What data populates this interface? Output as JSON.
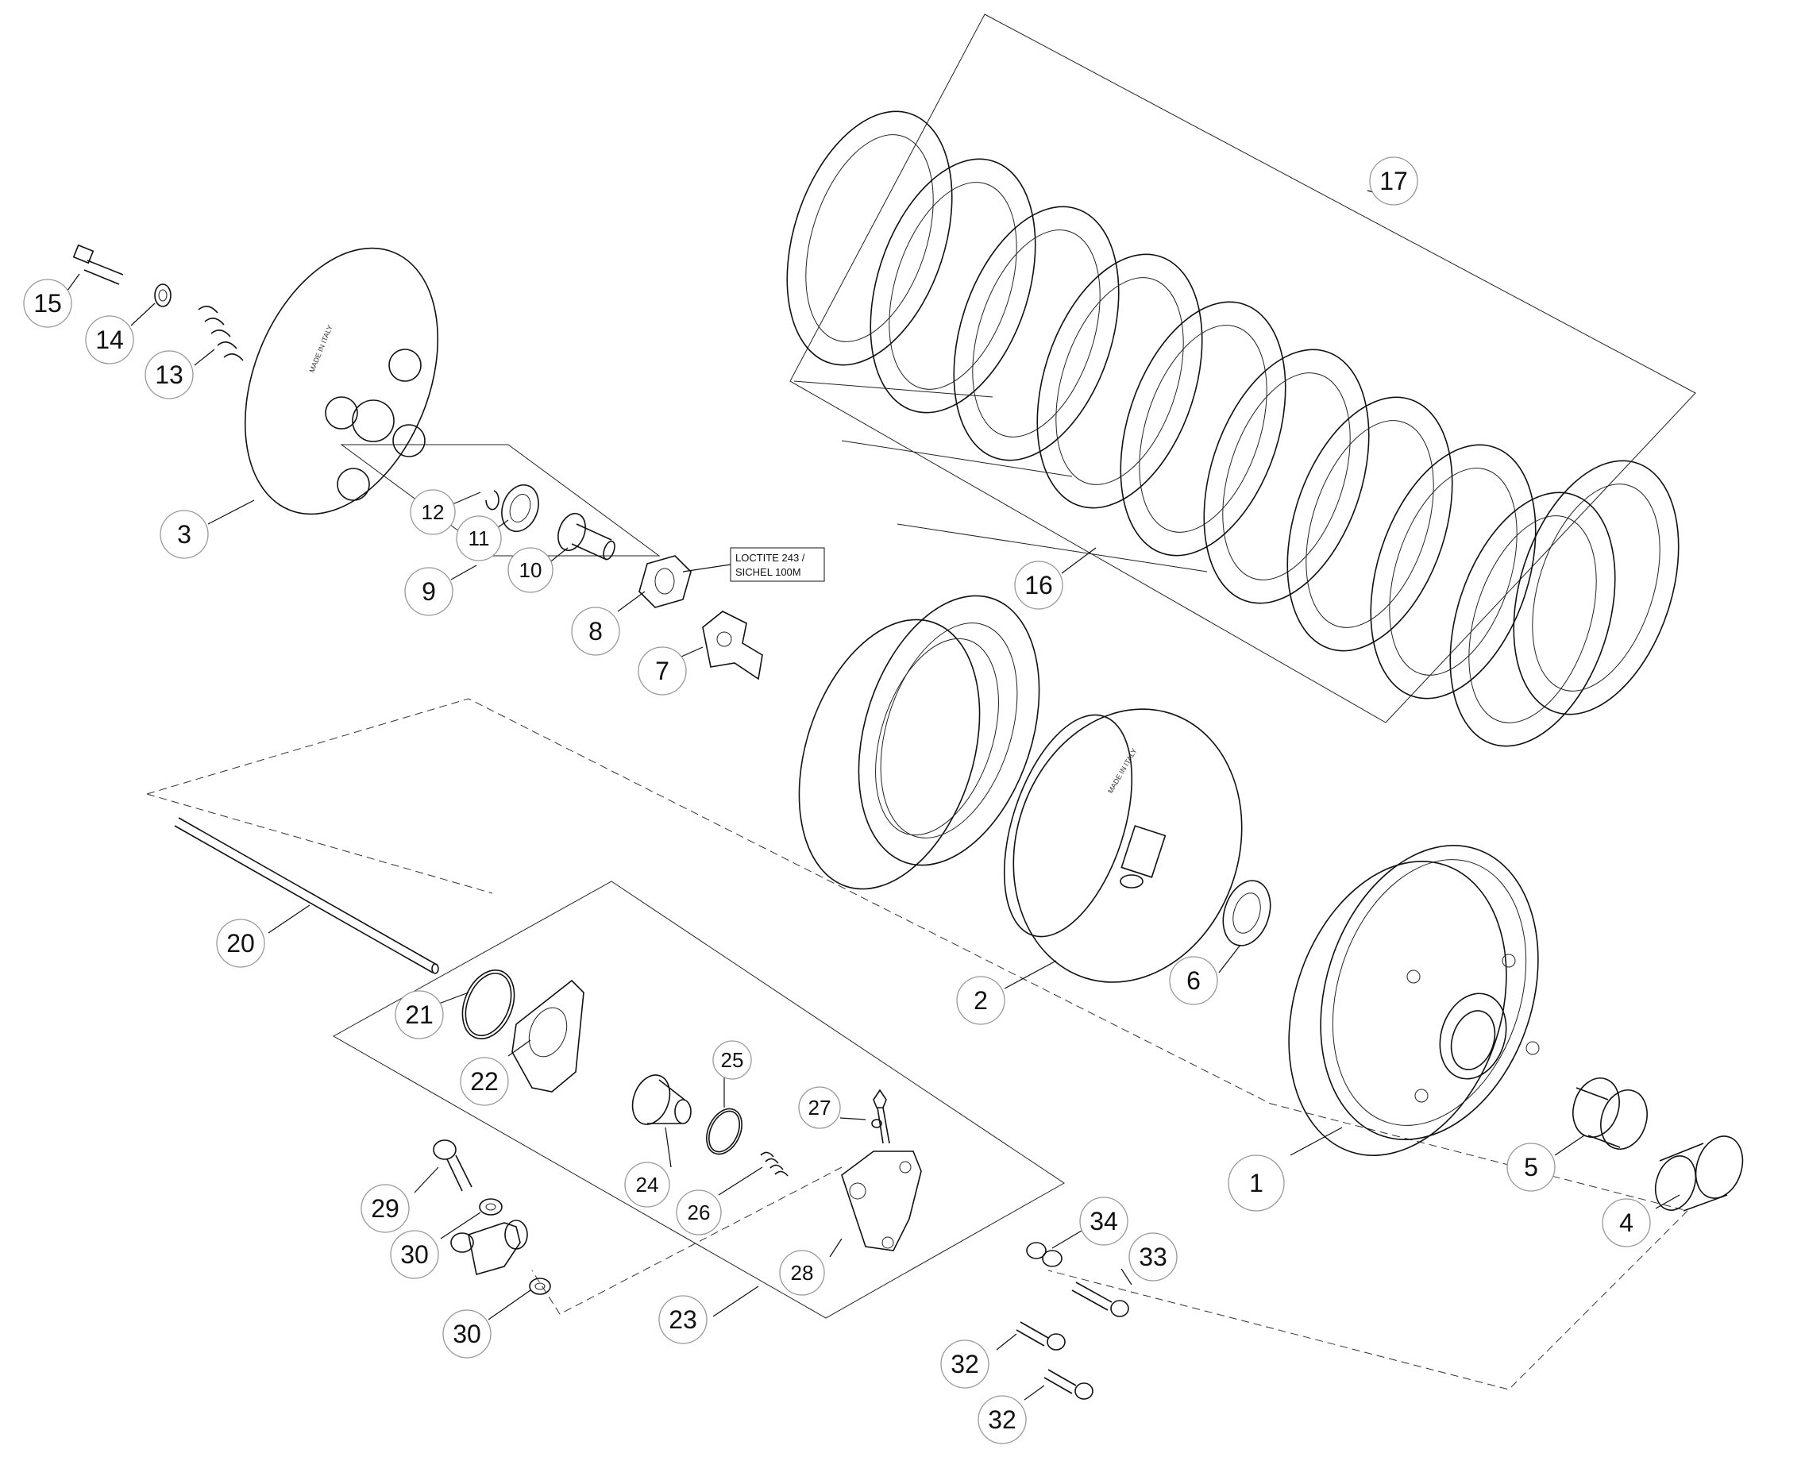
{
  "note": {
    "line1": "LOCTITE 243 /",
    "line2": "SICHEL 100M"
  },
  "stamps": {
    "pressure_plate": "MADE IN ITALY",
    "hub": "MADE IN ITALY"
  },
  "callouts": [
    {
      "id": "c1",
      "label": "1"
    },
    {
      "id": "c2",
      "label": "2"
    },
    {
      "id": "c3",
      "label": "3"
    },
    {
      "id": "c4",
      "label": "4"
    },
    {
      "id": "c5",
      "label": "5"
    },
    {
      "id": "c6",
      "label": "6"
    },
    {
      "id": "c7",
      "label": "7"
    },
    {
      "id": "c8",
      "label": "8"
    },
    {
      "id": "c9",
      "label": "9"
    },
    {
      "id": "c10",
      "label": "10"
    },
    {
      "id": "c11",
      "label": "11"
    },
    {
      "id": "c12",
      "label": "12"
    },
    {
      "id": "c13",
      "label": "13"
    },
    {
      "id": "c14",
      "label": "14"
    },
    {
      "id": "c15",
      "label": "15"
    },
    {
      "id": "c16",
      "label": "16"
    },
    {
      "id": "c17",
      "label": "17"
    },
    {
      "id": "c20",
      "label": "20"
    },
    {
      "id": "c21",
      "label": "21"
    },
    {
      "id": "c22",
      "label": "22"
    },
    {
      "id": "c23",
      "label": "23"
    },
    {
      "id": "c24",
      "label": "24"
    },
    {
      "id": "c25",
      "label": "25"
    },
    {
      "id": "c26",
      "label": "26"
    },
    {
      "id": "c27",
      "label": "27"
    },
    {
      "id": "c28",
      "label": "28"
    },
    {
      "id": "c29",
      "label": "29"
    },
    {
      "id": "c30a",
      "label": "30"
    },
    {
      "id": "c30b",
      "label": "30"
    },
    {
      "id": "c32a",
      "label": "32"
    },
    {
      "id": "c32b",
      "label": "32"
    },
    {
      "id": "c33",
      "label": "33"
    },
    {
      "id": "c34",
      "label": "34"
    }
  ]
}
